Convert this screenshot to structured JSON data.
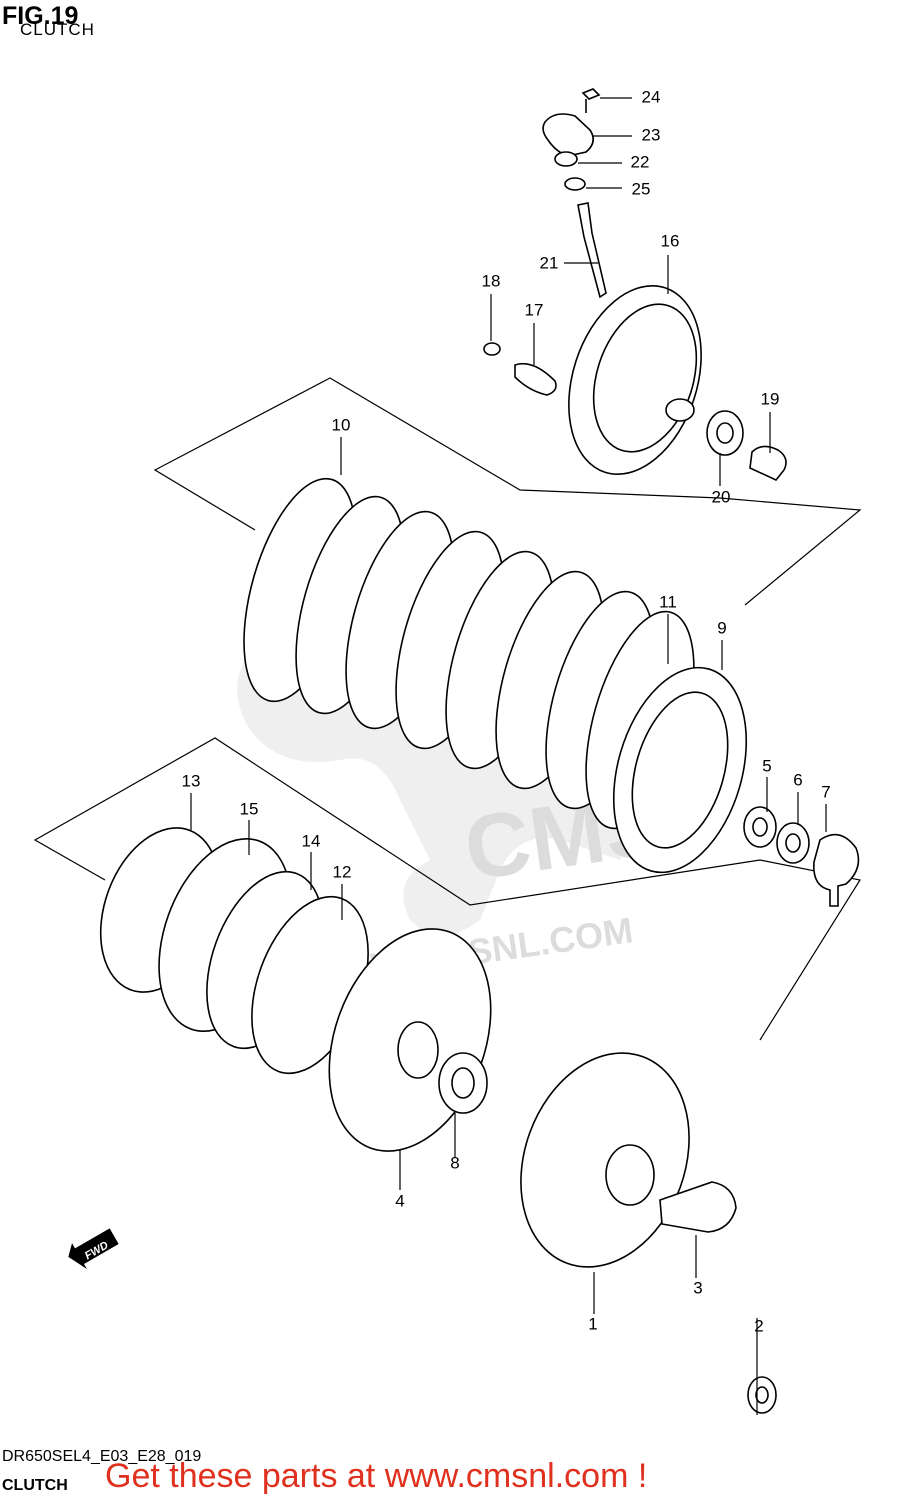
{
  "header": {
    "figure": "FIG.19",
    "title": "CLUTCH"
  },
  "callouts": [
    "24",
    "23",
    "22",
    "25",
    "21",
    "16",
    "18",
    "17",
    "19",
    "20",
    "10",
    "11",
    "9",
    "5",
    "6",
    "7",
    "13",
    "15",
    "14",
    "12",
    "8",
    "4",
    "3",
    "2",
    "1"
  ],
  "watermark": {
    "logo": "CMS",
    "url": "WWW.CMSNL.COM"
  },
  "direction_badge": "FWD",
  "footer": {
    "code": "DR650SEL4_E03_E28_019",
    "name": "CLUTCH",
    "cta": "Get these parts at www.cmsnl.com !"
  },
  "colors": {
    "ink": "#000000",
    "cta": "#e0301e",
    "watermark": "#d9d9d9"
  }
}
